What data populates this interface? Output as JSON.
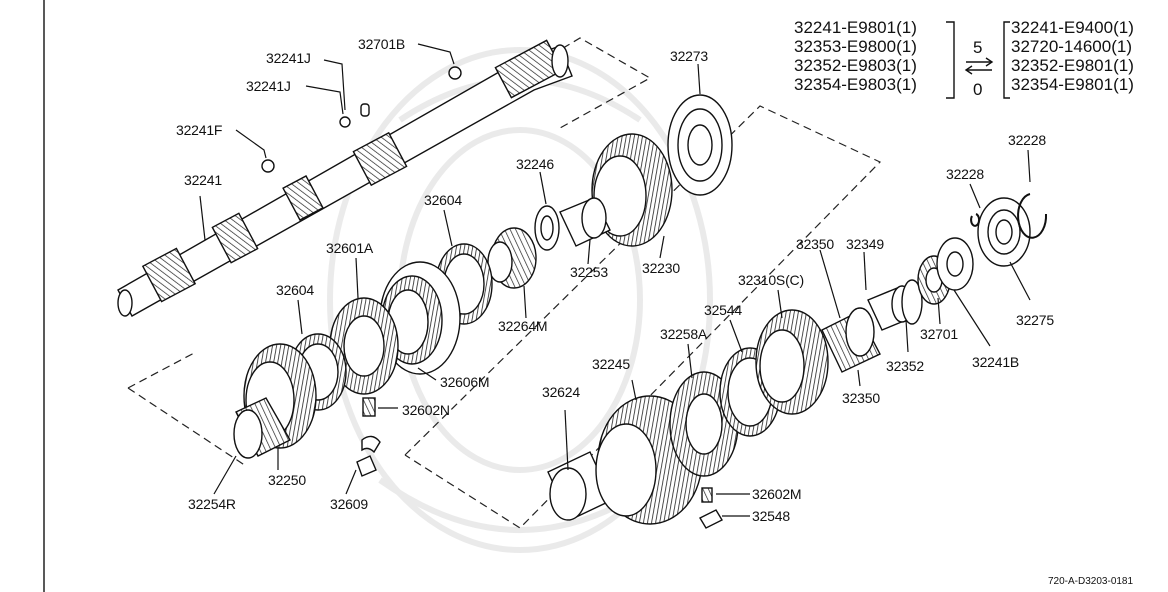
{
  "labels": {
    "l32241J_a": "32241J",
    "l32241J_b": "32241J",
    "l32701B": "32701B",
    "l32241F": "32241F",
    "l32241": "32241",
    "l32273": "32273",
    "l32246": "32246",
    "l32604_a": "32604",
    "l32601A": "32601A",
    "l32604_b": "32604",
    "l32253": "32253",
    "l32230": "32230",
    "l32264M": "32264M",
    "l32606M": "32606M",
    "l32602N": "32602N",
    "l32250": "32250",
    "l32254R": "32254R",
    "l32609": "32609",
    "l32624": "32624",
    "l32245": "32245",
    "l32258A": "32258A",
    "l32544": "32544",
    "l32310S": "32310S(C)",
    "l32350_a": "32350",
    "l32349": "32349",
    "l32228_a": "32228",
    "l32228_b": "32228",
    "l32701": "32701",
    "l32275": "32275",
    "l32352": "32352",
    "l32241B": "32241B",
    "l32350_b": "32350",
    "l32602M": "32602M",
    "l32548": "32548"
  },
  "supersession": {
    "left": [
      "32241-E9801(1)",
      "32353-E9800(1)",
      "32352-E9803(1)",
      "32354-E9803(1)"
    ],
    "right": [
      "32241-E9400(1)",
      "32720-14600(1)",
      "32352-E9801(1)",
      "32354-E9801(1)"
    ],
    "top_num": "5",
    "bottom_num": "0"
  },
  "ref_code": "720-A-D3203-0181"
}
